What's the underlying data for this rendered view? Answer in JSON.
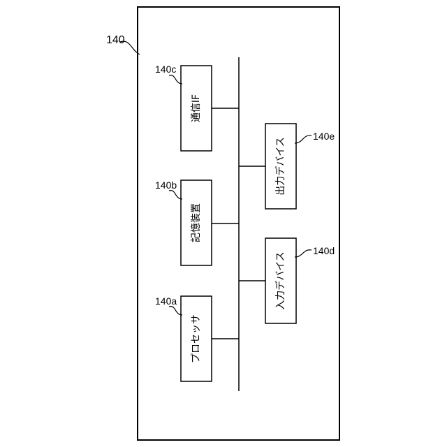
{
  "diagram": {
    "outer_label": "140",
    "components": [
      {
        "id": "comm-if",
        "ref": "140c",
        "text": "通信IF"
      },
      {
        "id": "storage",
        "ref": "140b",
        "text": "記憶装置"
      },
      {
        "id": "processor",
        "ref": "140a",
        "text": "プロセッサ"
      },
      {
        "id": "output-device",
        "ref": "140e",
        "text": "出力デバイス"
      },
      {
        "id": "input-device",
        "ref": "140d",
        "text": "入力デバイス"
      }
    ]
  },
  "colors": {
    "line": "#000000",
    "background": "#ffffff"
  }
}
